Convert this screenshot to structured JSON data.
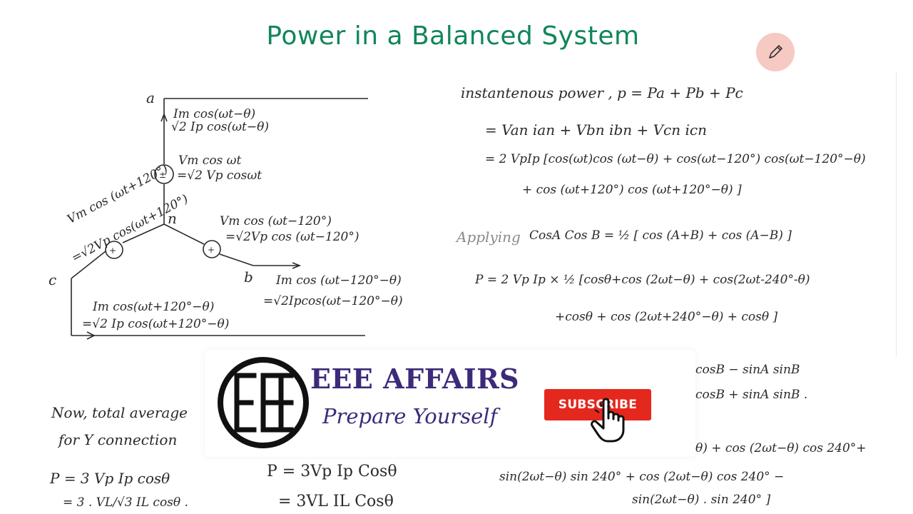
{
  "title": "Power in a Balanced System",
  "circuit": {
    "node_a": "a",
    "node_b": "b",
    "node_c": "c",
    "node_n": "n",
    "ia_line1": "Im cos(ωt−θ)",
    "ia_line2": "√2 Ip cos(ωt−θ)",
    "va_line1": "Vm cos ωt",
    "va_line2": "=√2 Vp cosωt",
    "vc_line1": "Vm cos (ωt+120°)",
    "vc_line2": "=√2Vp cos(ωt+120°)",
    "vb_line1": "Vm cos (ωt−120°)",
    "vb_line2": "=√2Vp cos (ωt−120°)",
    "ib_line1": "Im cos (ωt−120°−θ)",
    "ib_line2": "=√2Ipcos(ωt−120°−θ)",
    "ic_line1": "Im cos(ωt+120°−θ)",
    "ic_line2": "=√2 Ip cos(ωt+120°−θ)",
    "source_sign": "±"
  },
  "derivation": {
    "line1": "instantenous power ,  p = Pa + Pb + Pc",
    "line2": "= Van ian + Vbn ibn + Vcn icn",
    "line3": "= 2 VpIp [cos(ωt)cos (ωt−θ) + cos(ωt−120°) cos(ωt−120°−θ)",
    "line4": "+  cos (ωt+120°) cos (ωt+120°−θ) ]",
    "line5_prefix": "Applying",
    "line5": "CosA Cos B = ½ [ cos (A+B) + cos (A−B) ]",
    "line6": "P  =  2 Vp Ip × ½   [cosθ+cos (2ωt−θ) + cos(2ωt-240°-θ)",
    "line7": "+cosθ  +  cos (2ωt+240°−θ) + cosθ ]",
    "line8": "cosB − sinA sinB",
    "line9": "cosB + sinA sinB .",
    "line10": "θ) + cos (2ωt−θ) cos 240°+",
    "line11": "sin(2ωt−θ) sin 240° + cos (2ωt−θ) cos 240° −",
    "line12": "sin(2ωt−θ) . sin 240° ]"
  },
  "lower_left": {
    "line1": "Now, total average",
    "line2": "for  Y connection",
    "line3": "P = 3 Vp Ip cosθ",
    "line4": "= 3 . VL/√3 IL cosθ .",
    "line5": "P = 3Vp Ip Cosθ",
    "line6": "= 3VL IL Cosθ"
  },
  "overlay": {
    "brand": "EEE AFFAIRS",
    "tagline": "Prepare Yourself",
    "subscribe_label": "SUBSCRIBE"
  },
  "colors": {
    "title": "#11865a",
    "brand": "#3d2a7a",
    "subscribe": "#e5281e",
    "pencil_bg": "#f7c9c3"
  }
}
